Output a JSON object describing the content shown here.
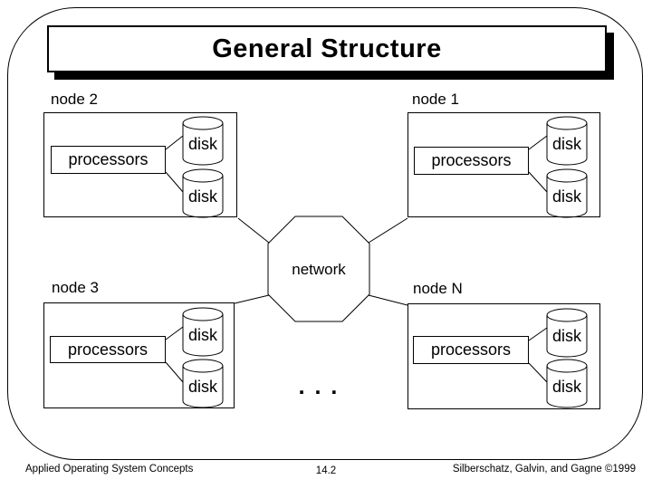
{
  "title_bar": {
    "title": "General Structure"
  },
  "diagram": {
    "network_label": "network",
    "more_nodes_indicator": ". . .",
    "nodes": [
      {
        "label": "node 2",
        "processors_label": "processors",
        "disks": [
          "disk",
          "disk"
        ]
      },
      {
        "label": "node 1",
        "processors_label": "processors",
        "disks": [
          "disk",
          "disk"
        ]
      },
      {
        "label": "node 3",
        "processors_label": "processors",
        "disks": [
          "disk",
          "disk"
        ]
      },
      {
        "label": "node N",
        "processors_label": "processors",
        "disks": [
          "disk",
          "disk"
        ]
      }
    ]
  },
  "footer": {
    "book_title": "Applied Operating System Concepts",
    "slide_number": "14.2",
    "credit": "Silberschatz, Galvin, and Gagne ©1999"
  },
  "colors": {
    "ink": "#000000",
    "paper": "#ffffff"
  }
}
